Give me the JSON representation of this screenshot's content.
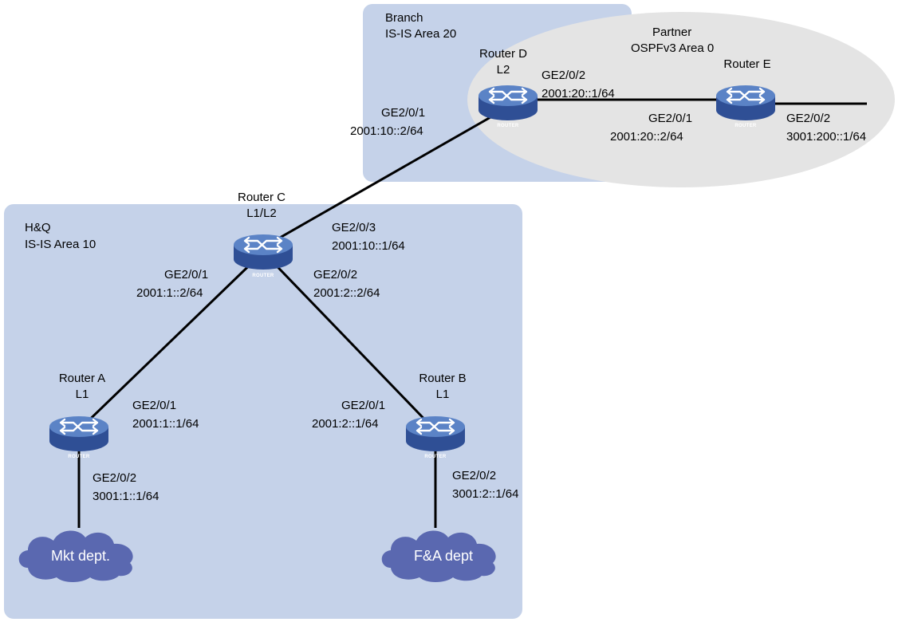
{
  "colors": {
    "area_fill": "#c5d2e9",
    "partner_fill": "#e4e4e4",
    "router_top": "#5b83c6",
    "router_side": "#2f4f95",
    "cloud_fill": "#5a68b0",
    "link": "#000000"
  },
  "areas": {
    "branch": {
      "name": "Branch",
      "area": "IS-IS Area 20"
    },
    "hq": {
      "name": "H&Q",
      "area": "IS-IS Area 10"
    },
    "partner": {
      "name": "Partner",
      "area": "OSPFv3 Area 0"
    }
  },
  "routers": {
    "a": {
      "name": "Router A",
      "level": "L1",
      "badge": "ROUTER",
      "icon": "router-icon"
    },
    "b": {
      "name": "Router B",
      "level": "L1",
      "badge": "ROUTER",
      "icon": "router-icon"
    },
    "c": {
      "name": "Router C",
      "level": "L1/L2",
      "badge": "ROUTER",
      "icon": "router-icon"
    },
    "d": {
      "name": "Router D",
      "level": "L2",
      "badge": "ROUTER",
      "icon": "router-icon"
    },
    "e": {
      "name": "Router E",
      "badge": "ROUTER",
      "icon": "router-icon"
    }
  },
  "interfaces": {
    "d_ge1": {
      "port": "GE2/0/1",
      "ip": "2001:10::2/64"
    },
    "d_ge2": {
      "port": "GE2/0/2",
      "ip": "2001:20::1/64"
    },
    "e_ge1": {
      "port": "GE2/0/1",
      "ip": "2001:20::2/64"
    },
    "e_ge2": {
      "port": "GE2/0/2",
      "ip": "3001:200::1/64"
    },
    "c_ge3": {
      "port": "GE2/0/3",
      "ip": "2001:10::1/64"
    },
    "c_ge1": {
      "port": "GE2/0/1",
      "ip": "2001:1::2/64"
    },
    "c_ge2": {
      "port": "GE2/0/2",
      "ip": "2001:2::2/64"
    },
    "a_ge1": {
      "port": "GE2/0/1",
      "ip": "2001:1::1/64"
    },
    "a_ge2": {
      "port": "GE2/0/2",
      "ip": "3001:1::1/64"
    },
    "b_ge1": {
      "port": "GE2/0/1",
      "ip": "2001:2::1/64"
    },
    "b_ge2": {
      "port": "GE2/0/2",
      "ip": "3001:2::1/64"
    }
  },
  "networks": {
    "mkt": {
      "label": "Mkt dept.",
      "icon": "cloud-icon"
    },
    "fa": {
      "label": "F&A dept",
      "icon": "cloud-icon"
    }
  }
}
